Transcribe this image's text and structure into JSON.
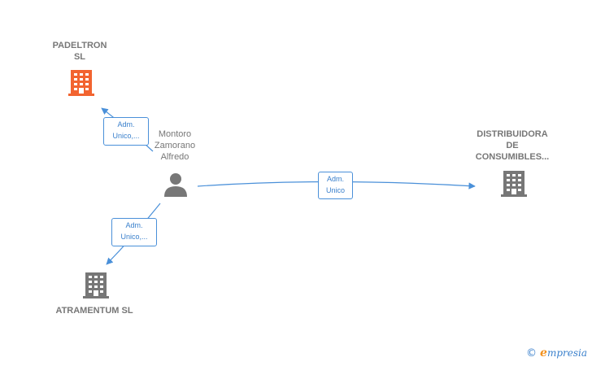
{
  "nodes": {
    "padeltron": {
      "name": "PADELTRON\nSL",
      "color": "#f26430"
    },
    "person": {
      "name": "Montoro\nZamorano\nAlfredo",
      "color": "#777777"
    },
    "distribuidora": {
      "name": "DISTRIBUIDORA\nDE\nCONSUMIBLES...",
      "color": "#777777"
    },
    "atramentum": {
      "name": "ATRAMENTUM SL",
      "color": "#777777"
    }
  },
  "edges": {
    "to_padeltron": {
      "label": "Adm.\nUnico,..."
    },
    "to_distribuidora": {
      "label": "Adm.\nUnico"
    },
    "to_atramentum": {
      "label": "Adm.\nUnico,..."
    }
  },
  "colors": {
    "edge": "#4a90d9",
    "company_highlight": "#f26430",
    "company": "#777777"
  },
  "watermark": {
    "symbol": "©",
    "brand_initial": "e",
    "brand_rest": "mpresia"
  }
}
